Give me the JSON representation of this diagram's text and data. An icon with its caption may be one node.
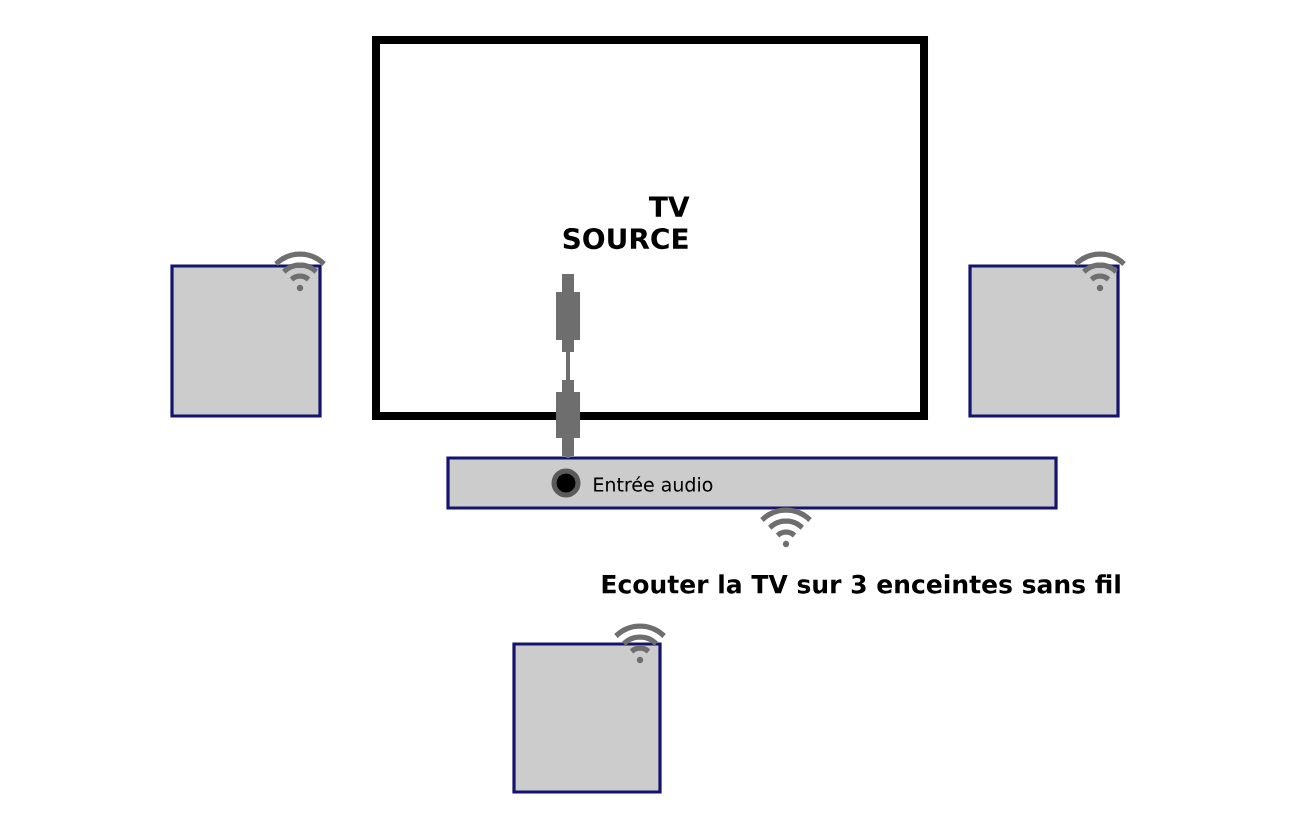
{
  "diagram": {
    "nodes": [
      {
        "text": [
          "TV SOURCE"
        ]
      },
      {
        "text": [],
        "shape": "box"
      },
      {
        "text": [],
        "shape": "box"
      },
      {
        "text": [
          "Entrée audio"
        ]
      },
      {
        "text": [],
        "shape": "box"
      }
    ],
    "edges": [
      {
        "from": 0,
        "to": 3,
        "arrow": "other"
      }
    ],
    "labels": [
      "Ecouter la TV sur 3 enceintes sans fil"
    ]
  }
}
